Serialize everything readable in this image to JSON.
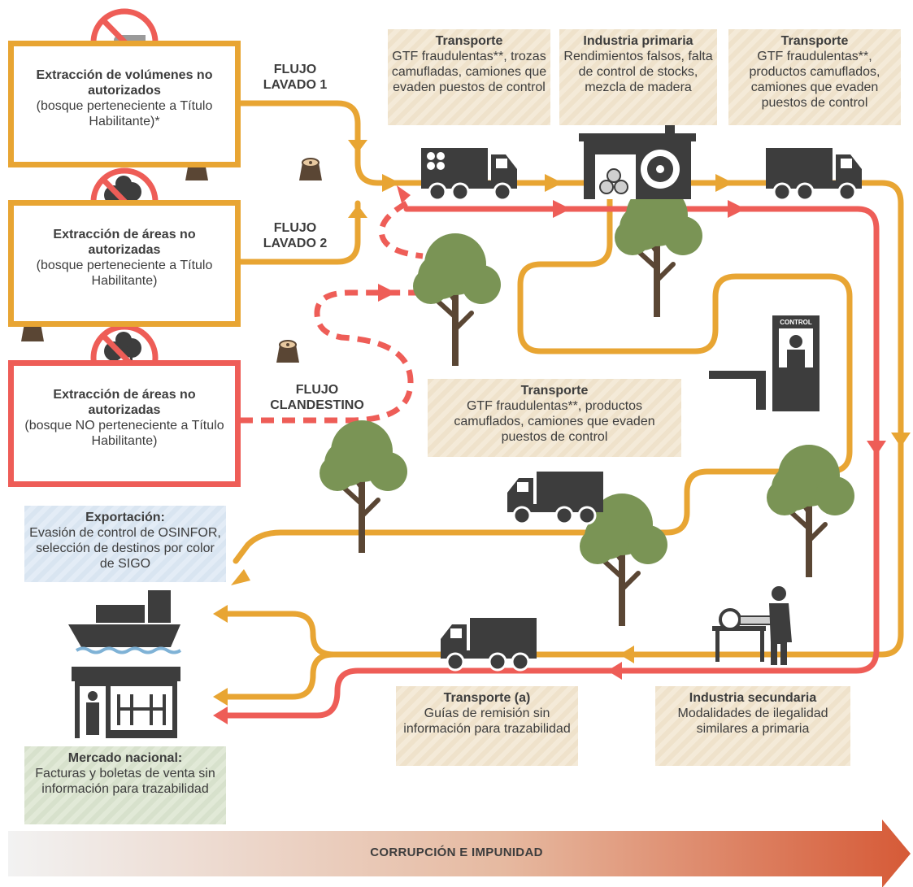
{
  "sources": [
    {
      "title": "Extracción de volúmenes no autorizados",
      "detail": "(bosque perteneciente a Título Habilitante)*"
    },
    {
      "title": "Extracción de áreas no autorizadas",
      "detail": "(bosque perteneciente a Título Habilitante)"
    },
    {
      "title": "Extracción de áreas no autorizadas",
      "detail": "(bosque NO perteneciente a Título Habilitante)"
    }
  ],
  "flows": {
    "lavado1": "FLUJO LAVADO 1",
    "lavado2": "FLUJO LAVADO 2",
    "clandestino": "FLUJO CLANDESTINO"
  },
  "stages": {
    "transporte1": {
      "title": "Transporte",
      "detail": "GTF fraudulentas**, trozas camufladas, camiones que evaden puestos de control"
    },
    "industria_primaria": {
      "title": "Industria primaria",
      "detail": "Rendimientos falsos, falta de control de stocks, mezcla de madera"
    },
    "transporte2": {
      "title": "Transporte",
      "detail": "GTF fraudulentas**, productos camuflados, camiones que evaden puestos de control"
    },
    "transporte3": {
      "title": "Transporte",
      "detail": "GTF fraudulentas**, productos camuflados, camiones que evaden puestos de control"
    },
    "exportacion": {
      "title": "Exportación:",
      "detail": "Evasión de control de OSINFOR, selección de destinos por color de SIGO"
    },
    "transporte_a": {
      "title": "Transporte (a)",
      "detail": "Guías de remisión sin información para trazabilidad"
    },
    "industria_secundaria": {
      "title": "Industria secundaria",
      "detail": "Modalidades de ilegalidad similares a primaria"
    },
    "mercado_nacional": {
      "title": "Mercado nacional:",
      "detail": "Facturas y boletas de venta sin información para trazabilidad"
    }
  },
  "control_sign": "CONTROL",
  "bottom_bar": "CORRUPCIÓN E IMPUNIDAD",
  "colors": {
    "legal_flow": "#e8a533",
    "illegal_flow": "#ee5d57",
    "tree": "#7a9455",
    "trunk": "#5a4634",
    "vehicle": "#3d3d3d"
  }
}
